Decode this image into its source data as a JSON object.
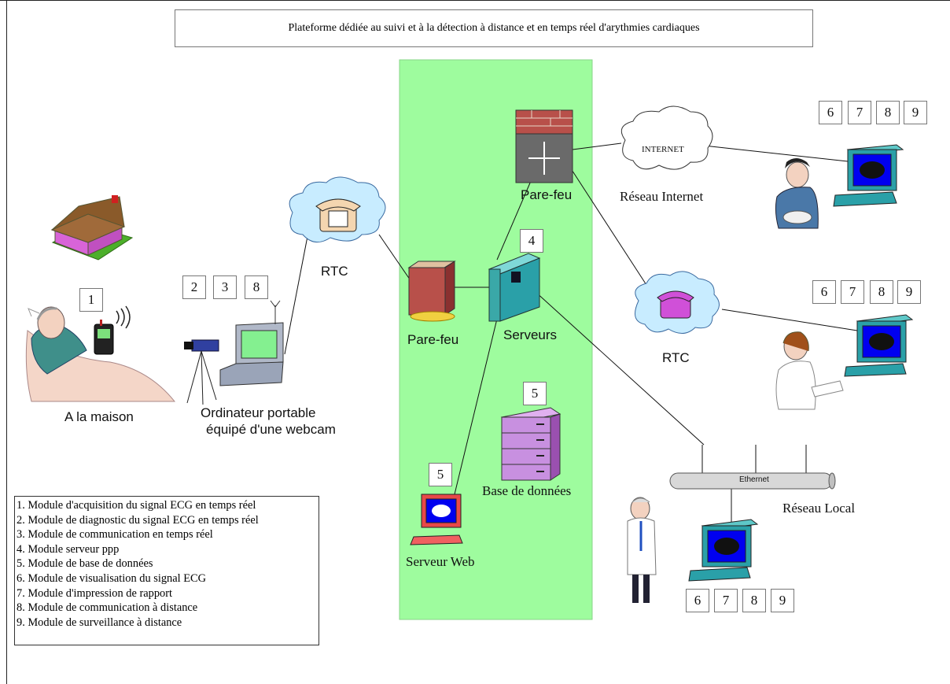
{
  "title": "Plateforme dédiée au suivi et à la détection à distance et en temps réel d'arythmies cardiaques",
  "labels": {
    "home": "A la maison",
    "laptop_line1": "Ordinateur portable",
    "laptop_line2": "équipé d'une webcam",
    "rtc_left": "RTC",
    "firewall_left": "Pare-feu",
    "servers": "Serveurs",
    "firewall_top": "Pare-feu",
    "internet_cloud": "INTERNET",
    "internet_net": "Réseau Internet",
    "rtc_right": "RTC",
    "database": "Base de données",
    "web_server": "Serveur Web",
    "ethernet": "Ethernet",
    "lan": "Réseau Local"
  },
  "badges": {
    "patient": "1",
    "laptop": [
      "2",
      "3",
      "8"
    ],
    "servers": "4",
    "database": "5",
    "web_server": "5",
    "doctor_top": [
      "6",
      "7",
      "8",
      "9"
    ],
    "doctor_mid": [
      "6",
      "7",
      "8",
      "9"
    ],
    "doctor_bottom": [
      "6",
      "7",
      "8",
      "9"
    ]
  },
  "legend": [
    "1. Module d'acquisition du signal ECG en temps réel",
    "2. Module de diagnostic du signal ECG en temps réel",
    "3. Module de communication en temps réel",
    "4. Module serveur ppp",
    "5. Module de base de données",
    "6. Module de visualisation du signal ECG",
    "7. Module d'impression de rapport",
    "8. Module de communication à distance",
    "9. Module de surveillance à distance"
  ],
  "colors": {
    "server_zone": "#9efc9e",
    "monitor_screen": "#0000f0",
    "terminal_teal": "#2aa0a8",
    "database_purple": "#c890e0",
    "firewall_brick": "#b8504a",
    "cloud_fill": "#c8ecff"
  },
  "icons": [
    "house-icon",
    "patient-bed-icon",
    "ecg-device-icon",
    "webcam-icon",
    "laptop-icon",
    "telephone-icon",
    "firewall-icon",
    "router-firewall-icon",
    "server-icon",
    "database-icon",
    "computer-terminal-icon",
    "nurse-icon",
    "doctor-icon",
    "cloud-icon",
    "ethernet-bus-icon"
  ]
}
